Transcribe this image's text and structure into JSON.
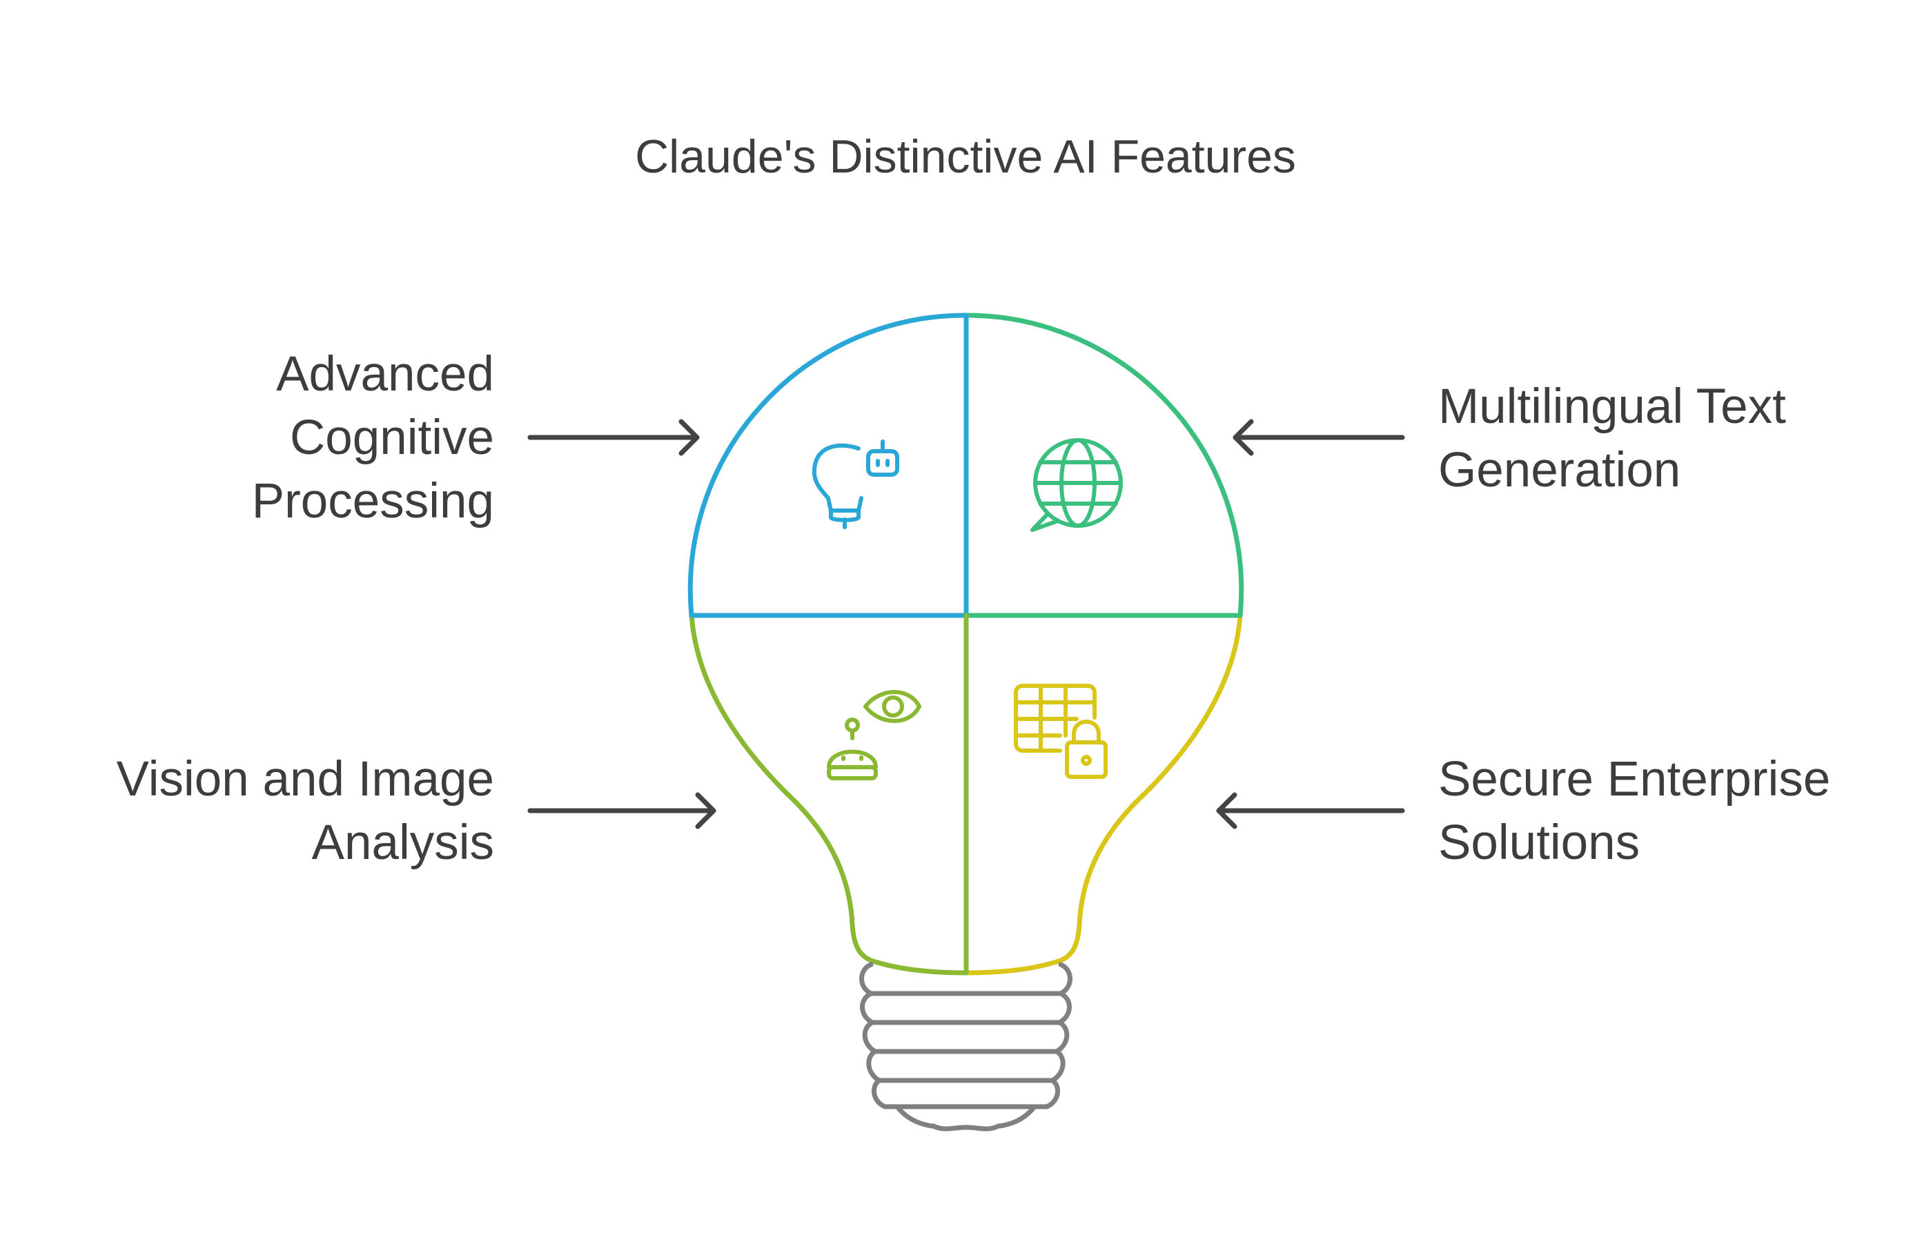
{
  "title": "Claude's Distinctive AI Features",
  "features": {
    "top_left": {
      "label": "Advanced Cognitive Processing",
      "lines": [
        "Advanced",
        "Cognitive",
        "Processing"
      ],
      "icon": "lightbulb-robot-icon",
      "color": "#2aa7d6"
    },
    "top_right": {
      "label": "Multilingual Text Generation",
      "lines": [
        "Multilingual Text",
        "Generation"
      ],
      "icon": "globe-speech-icon",
      "color": "#3bbf7e"
    },
    "bottom_left": {
      "label": "Vision and Image Analysis",
      "lines": [
        "Vision and Image",
        "Analysis"
      ],
      "icon": "robot-eye-icon",
      "color": "#8ab833"
    },
    "bottom_right": {
      "label": "Secure Enterprise Solutions",
      "lines": [
        "Secure Enterprise",
        "Solutions"
      ],
      "icon": "table-lock-icon",
      "color": "#d9c619"
    }
  },
  "colors": {
    "text": "#3d3d3d",
    "arrow": "#444444",
    "base": "#808080"
  }
}
